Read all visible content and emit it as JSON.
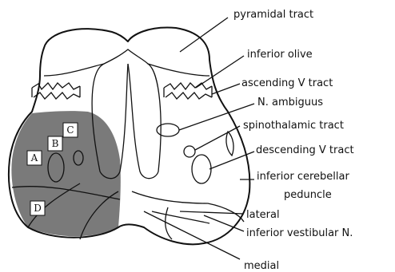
{
  "diagram": {
    "labels": {
      "pyramidal_tract": "pyramidal tract",
      "inferior_olive": "inferior olive",
      "ascending_v_tract": "ascending V tract",
      "n_ambiguus": "N. ambiguus",
      "spinothalamic_tract": "spinothalamic tract",
      "descending_v_tract": "descending V tract",
      "inferior_cerebellar_1": "inferior cerebellar",
      "inferior_cerebellar_2": "peduncle",
      "lateral": "lateral",
      "inferior_vestibular": "inferior vestibular N.",
      "medial": "medial"
    },
    "regions": {
      "a": "A",
      "b": "B",
      "c": "C",
      "d": "D"
    },
    "colors": {
      "lesion": "#7a7a7a",
      "outline": "#111111",
      "background": "#ffffff"
    }
  }
}
